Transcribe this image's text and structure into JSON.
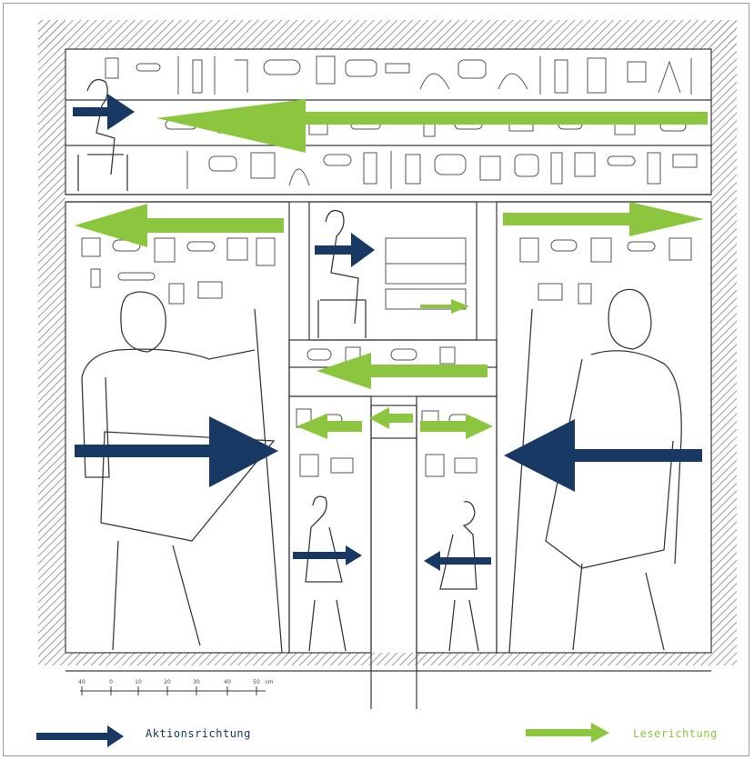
{
  "colors": {
    "action": "#173963",
    "reading": "#8cc63f",
    "line": "#3a3a3a",
    "hatch": "#9b9b9b"
  },
  "scale_labels": [
    "40",
    "0",
    "10",
    "20",
    "30",
    "40",
    "50",
    "cm"
  ],
  "legend": {
    "action_label": "Aktionsrichtung",
    "reading_label": "Leserichtung"
  }
}
